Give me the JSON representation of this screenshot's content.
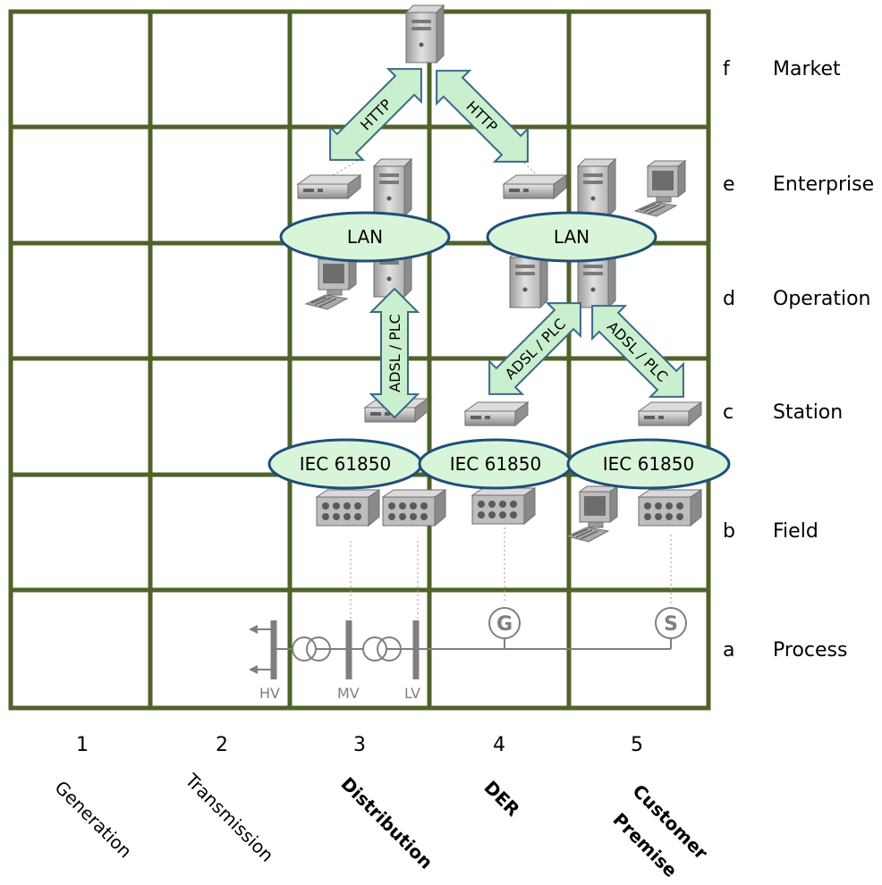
{
  "zones": [
    {
      "letter": "f",
      "name": "Market"
    },
    {
      "letter": "e",
      "name": "Enterprise"
    },
    {
      "letter": "d",
      "name": "Operation"
    },
    {
      "letter": "c",
      "name": "Station"
    },
    {
      "letter": "b",
      "name": "Field"
    },
    {
      "letter": "a",
      "name": "Process"
    }
  ],
  "domains": [
    {
      "number": "1",
      "name": "Generation",
      "highlighted": false
    },
    {
      "number": "2",
      "name": "Transmission",
      "highlighted": false
    },
    {
      "number": "3",
      "name": "Distribution",
      "highlighted": true
    },
    {
      "number": "4",
      "name": "DER",
      "highlighted": true
    },
    {
      "number": "5",
      "name_line1": "Customer",
      "name_line2": "Premise",
      "highlighted": true
    }
  ],
  "protocols": {
    "http_left": "HTTP",
    "http_right": "HTTP",
    "lan_left": "LAN",
    "lan_right": "LAN",
    "adsl_vertical": "ADSL / PLC",
    "adsl_left": "ADSL / PLC",
    "adsl_right": "ADSL / PLC",
    "iec_left": "IEC 61850",
    "iec_mid": "IEC 61850",
    "iec_right": "IEC 61850"
  },
  "process": {
    "hv": "HV",
    "mv": "MV",
    "lv": "LV",
    "generator": "G",
    "storage": "S"
  },
  "colors": {
    "grid": "#4f6228",
    "ellipse_fill": "#d9f5d9",
    "ellipse_stroke": "#1f4e79",
    "arrow_fill": "#c9efcf",
    "arrow_stroke": "#3d6a87",
    "process_gray": "#7f7f7f"
  }
}
